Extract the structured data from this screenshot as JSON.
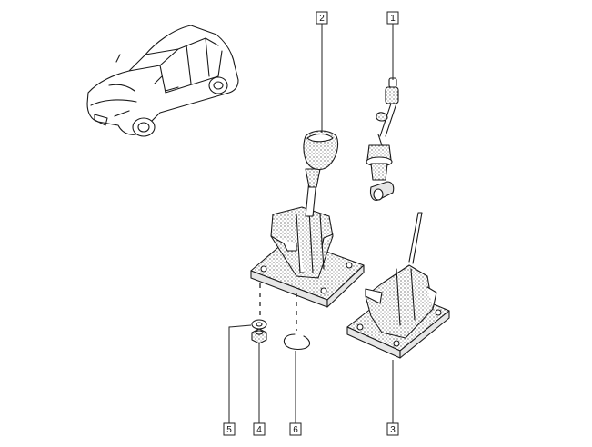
{
  "callouts": [
    {
      "key": "1",
      "label": "1"
    },
    {
      "key": "2",
      "label": "2"
    },
    {
      "key": "3",
      "label": "3"
    },
    {
      "key": "4",
      "label": "4"
    },
    {
      "key": "5",
      "label": "5"
    },
    {
      "key": "6",
      "label": "6"
    }
  ],
  "icons": [
    "car-icon",
    "gear-lever-icon",
    "gear-cable-icon",
    "lever-base-icon",
    "nut-icon",
    "washer-icon",
    "circlip-icon"
  ]
}
